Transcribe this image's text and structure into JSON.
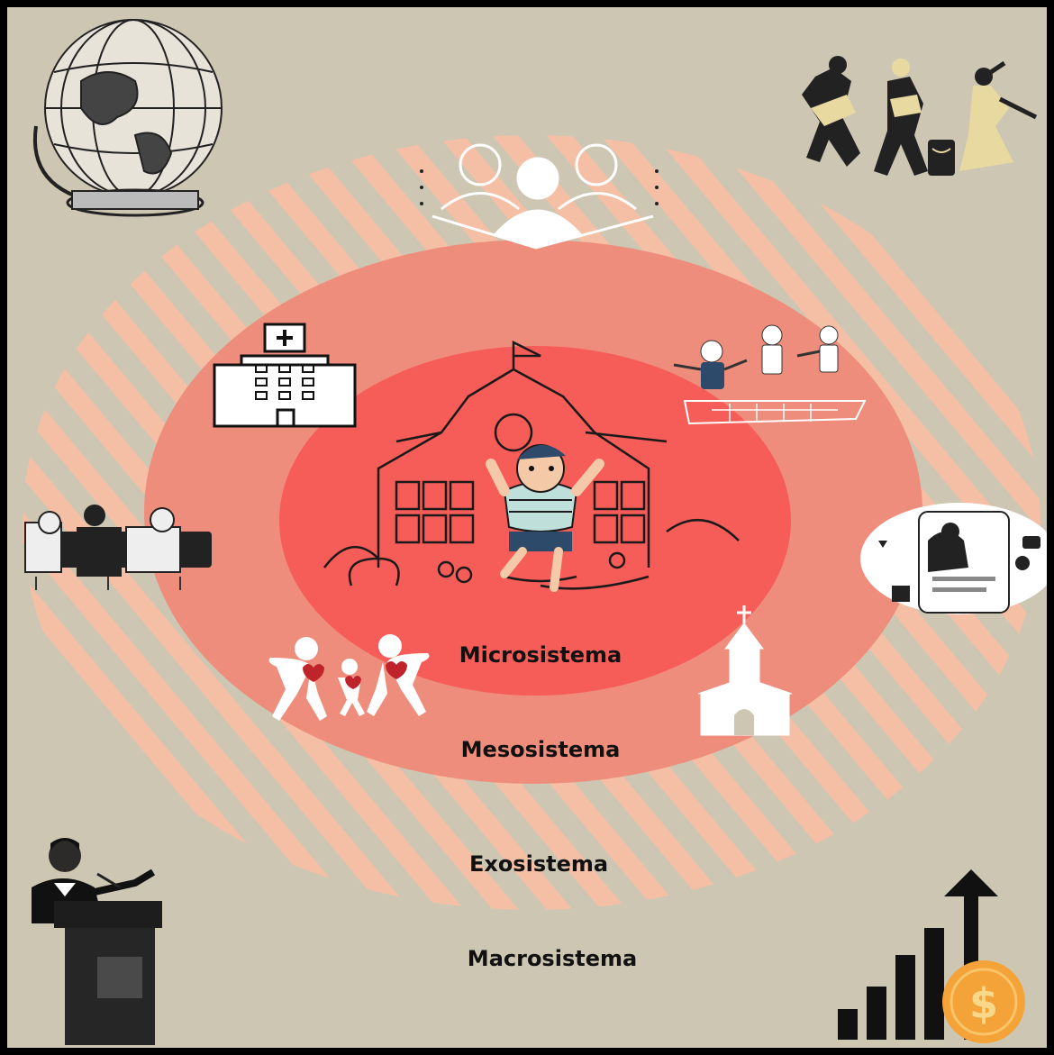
{
  "diagram": {
    "levels": [
      {
        "id": "micro",
        "label": "Microsistema"
      },
      {
        "id": "meso",
        "label": "Mesosistema"
      },
      {
        "id": "exo",
        "label": "Exosistema"
      },
      {
        "id": "macro",
        "label": "Macrosistema"
      }
    ],
    "icons": {
      "globe": "globe-icon",
      "dancers": "dancers-icon",
      "community": "community-group-icon",
      "hospital": "hospital-icon",
      "school": "school-child-icon",
      "playground": "children-hopscotch-icon",
      "meeting": "meeting-people-icon",
      "social_media": "social-media-icon",
      "family": "family-hearts-icon",
      "church": "church-icon",
      "speaker": "speaker-podium-icon",
      "economy": "economy-growth-icon",
      "dollar": "$"
    },
    "colors": {
      "background": "#cdc6b3",
      "stripes": "#f4bfa5",
      "meso_ring": "#ef8d7c",
      "micro_core": "#f65c58"
    }
  }
}
